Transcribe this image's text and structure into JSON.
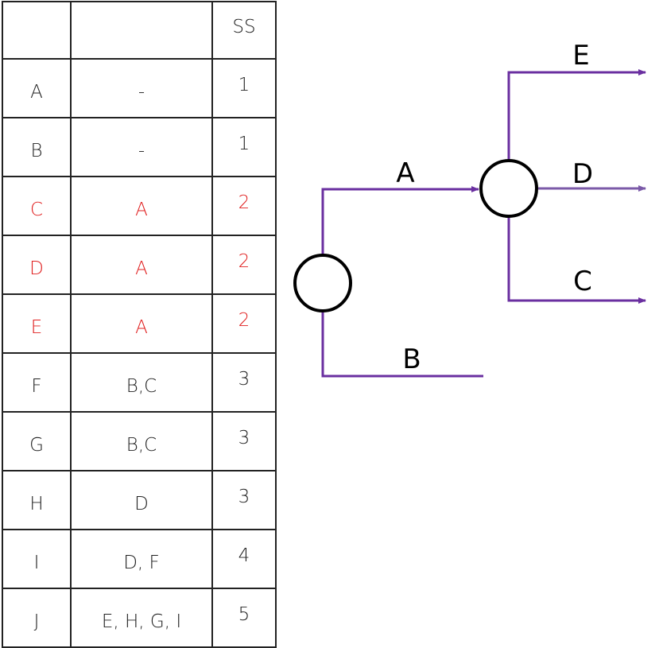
{
  "table": {
    "header": [
      "",
      "",
      "SS"
    ],
    "rows": [
      {
        "activity": "A",
        "predecessors": "-",
        "ss": "1",
        "highlight": false
      },
      {
        "activity": "B",
        "predecessors": "-",
        "ss": "1",
        "highlight": false
      },
      {
        "activity": "C",
        "predecessors": "A",
        "ss": "2",
        "highlight": true
      },
      {
        "activity": "D",
        "predecessors": "A",
        "ss": "2",
        "highlight": true
      },
      {
        "activity": "E",
        "predecessors": "A",
        "ss": "2",
        "highlight": true
      },
      {
        "activity": "F",
        "predecessors": "B,C",
        "ss": "3",
        "highlight": false
      },
      {
        "activity": "G",
        "predecessors": "B,C",
        "ss": "3",
        "highlight": false
      },
      {
        "activity": "H",
        "predecessors": "D",
        "ss": "3",
        "highlight": false
      },
      {
        "activity": "I",
        "predecessors": "D, F",
        "ss": "4",
        "highlight": false
      },
      {
        "activity": "J",
        "predecessors": "E, H, G, I",
        "ss": "5",
        "highlight": false
      }
    ]
  },
  "network": {
    "edge_labels": {
      "a": "A",
      "b": "B",
      "c": "C",
      "d": "D",
      "e": "E"
    },
    "colors": {
      "edge": "#6a2fa0",
      "edge_light": "#7b5aa8",
      "node_stroke": "#000000",
      "highlight_text": "#e02020"
    }
  }
}
